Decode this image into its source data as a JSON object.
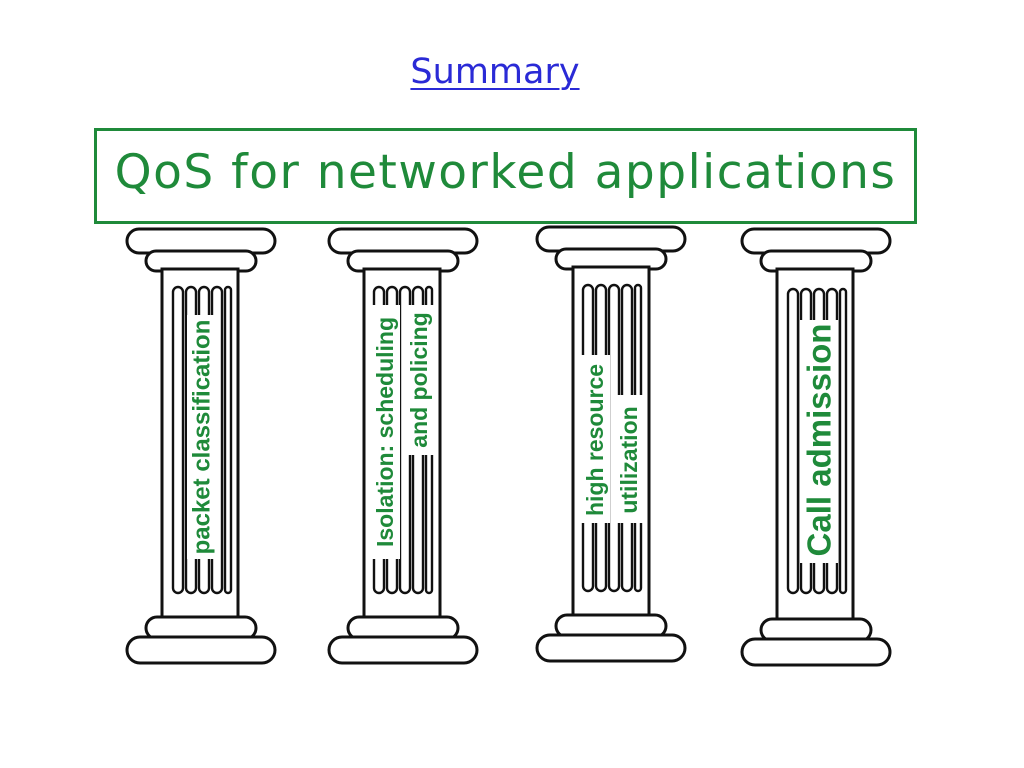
{
  "slide": {
    "title": "Summary",
    "banner": "QoS for networked applications"
  },
  "pillars": [
    {
      "lines": [
        "packet classification"
      ]
    },
    {
      "lines": [
        "Isolation: scheduling",
        "and policing"
      ]
    },
    {
      "lines": [
        "high resource",
        "utilization"
      ]
    },
    {
      "lines": [
        "Call admission"
      ]
    }
  ],
  "colors": {
    "title": "#2a2ad6",
    "accent_green": "#1f8a3a",
    "outline": "#111111"
  }
}
